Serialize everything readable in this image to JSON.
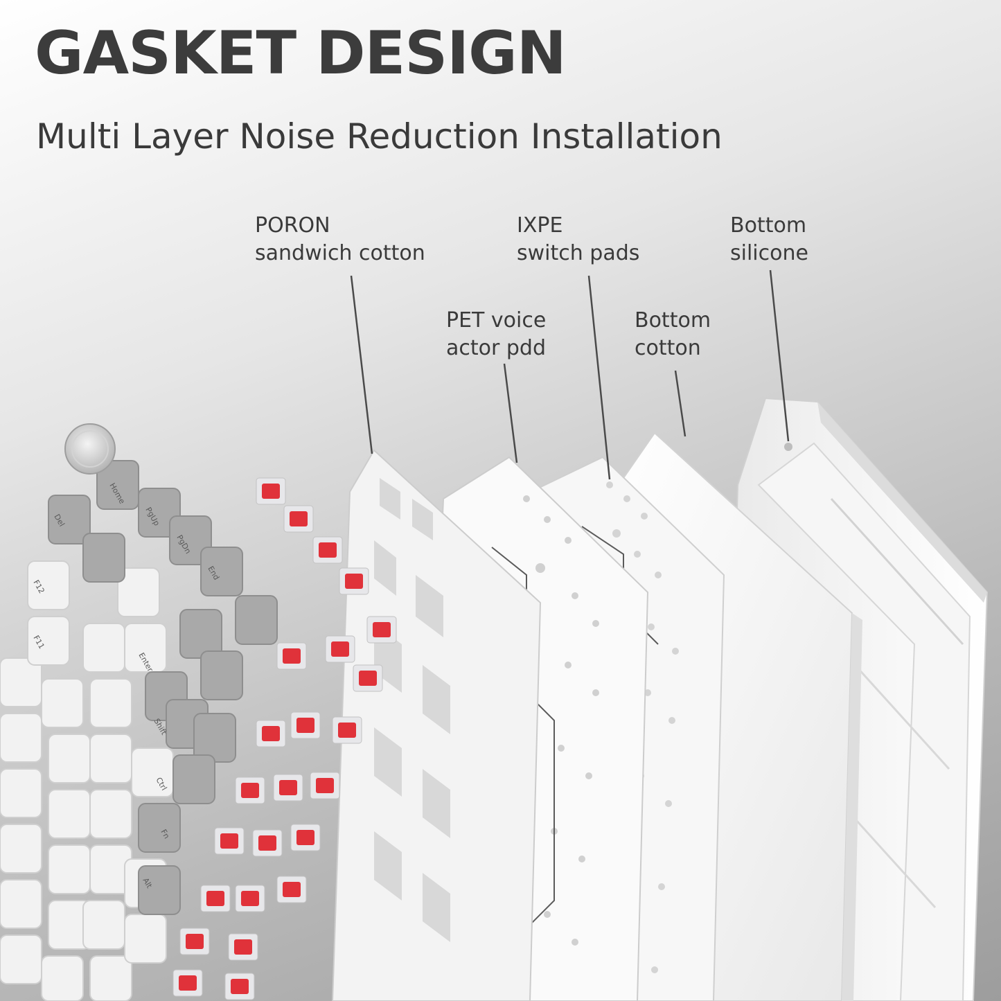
{
  "title": "GASKET DESIGN",
  "subtitle": "Multi Layer Noise Reduction Installation",
  "callouts": [
    {
      "line1": "PORON",
      "line2": "sandwich cotton"
    },
    {
      "line1": "PET voice",
      "line2": "actor pdd"
    },
    {
      "line1": "IXPE",
      "line2": "switch pads"
    },
    {
      "line1": "Bottom",
      "line2": "cotton"
    },
    {
      "line1": "Bottom",
      "line2": "silicone"
    }
  ],
  "keycap_legends": [
    "Home",
    "PgUp",
    "PgDn",
    "End",
    "Del",
    "F12",
    "F11",
    "Enter",
    "Shift",
    "Ctrl",
    "Fn",
    "Alt"
  ],
  "colors": {
    "title": "#3c3c3c",
    "switch_stem": "#e0323a",
    "keycap_light": "#f2f2f2",
    "keycap_gray": "#a9a9a9",
    "plate": "#f4f4f4"
  }
}
